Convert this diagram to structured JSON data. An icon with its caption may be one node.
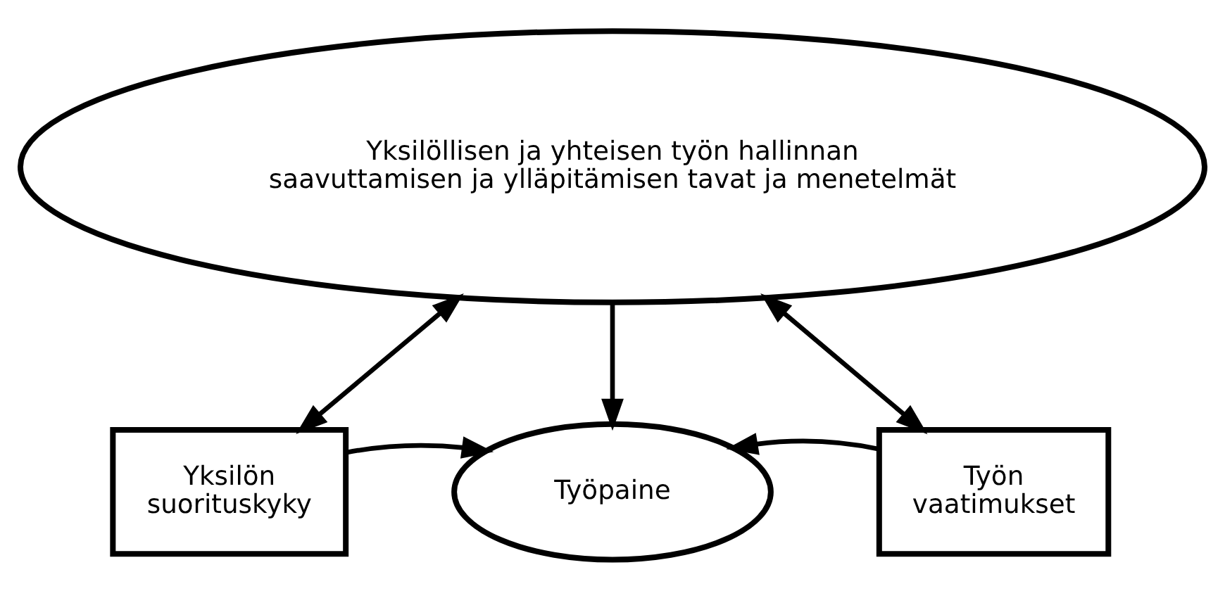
{
  "diagram": {
    "nodes": [
      {
        "text": [
          "Yksilöllisen ja yhteisen työn hallinnan saavuttamisen ja ylläpitämisen tavat ja menetelmät"
        ]
      },
      {
        "text": [
          "Yksilön suorituskyky"
        ]
      },
      {
        "text": [
          "Työpaine"
        ]
      },
      {
        "text": [
          "Työn vaatimukset"
        ]
      }
    ],
    "edges": [
      {
        "from": 0,
        "to": 1,
        "arrow": "both"
      },
      {
        "from": 0,
        "to": 2,
        "arrow": "to"
      },
      {
        "from": 0,
        "to": 3,
        "arrow": "both"
      },
      {
        "from": 1,
        "to": 2,
        "arrow": "to"
      },
      {
        "from": 3,
        "to": 2,
        "arrow": "to"
      }
    ]
  }
}
